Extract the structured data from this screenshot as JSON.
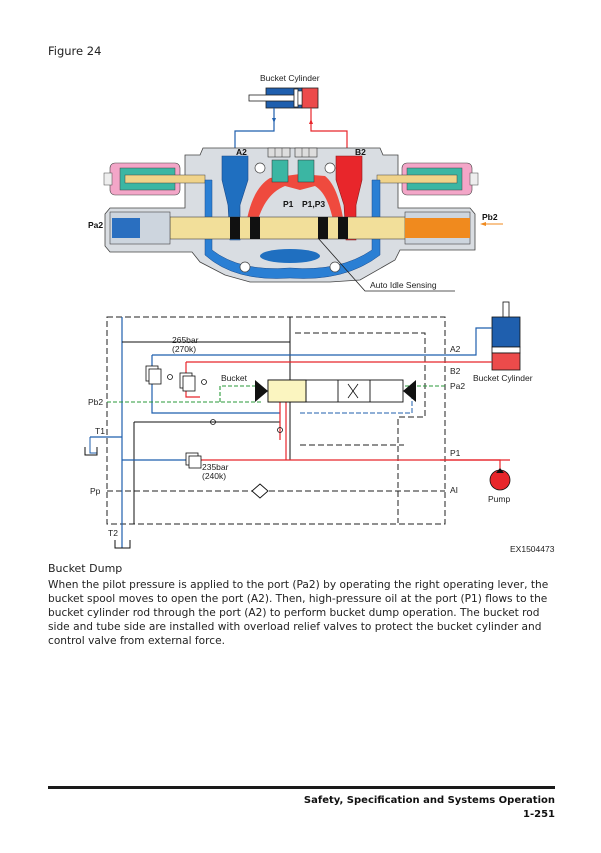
{
  "figure": {
    "label": "Figure 24",
    "image_id": "EX1504473",
    "cutaway": {
      "cylinder_label": "Bucket Cylinder",
      "ports": {
        "a2": "A2",
        "b2": "B2",
        "pa2": "Pa2",
        "pb2": "Pb2",
        "p1": "P1",
        "p1p3": "P1,P3"
      },
      "callout": "Auto Idle Sensing"
    },
    "schematic": {
      "relief_high_bar": "265bar",
      "relief_high_k": "(270k)",
      "relief_low_bar": "235bar",
      "relief_low_k": "(240k)",
      "spool_label": "Bucket",
      "ports_left": {
        "pb2": "Pb2",
        "t1": "T1",
        "pp": "Pp",
        "t2": "T2"
      },
      "ports_right": {
        "a2": "A2",
        "b2": "B2",
        "pa2": "Pa2",
        "p1": "P1",
        "ai": "AI"
      },
      "cylinder_label": "Bucket Cylinder",
      "pump_label": "Pump"
    },
    "colors": {
      "high_pressure": "#e8262b",
      "return": "#1f5fae",
      "pilot": "#2a9a3a",
      "pilot_b": "#f08a1e",
      "spool_highlight": "#fbf5c0"
    }
  },
  "section": {
    "title": "Bucket Dump",
    "body": "When the pilot pressure is applied to the port (Pa2) by operating the right operating lever, the bucket spool moves to open the port (A2). Then, high-pressure oil at the port (P1) flows to the bucket cylinder rod through the port (A2) to perform bucket dump operation. The bucket rod side and tube side are installed with overload relief valves to protect the bucket cylinder and control valve from external force."
  },
  "footer": {
    "title": "Safety, Specification and Systems Operation",
    "page": "1-251"
  }
}
